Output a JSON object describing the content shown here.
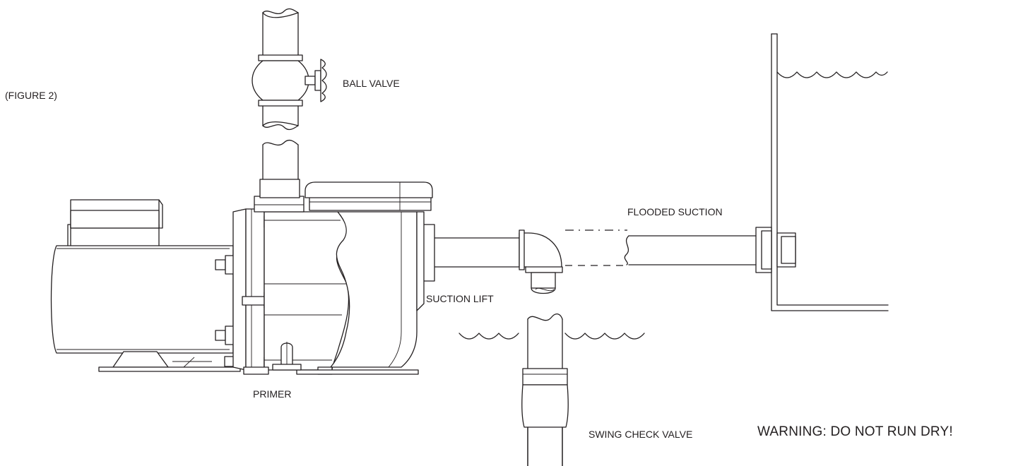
{
  "labels": {
    "figure": "(FIGURE 2)",
    "ball_valve": "BALL VALVE",
    "flooded_suction": "FLOODED SUCTION",
    "suction_lift": "SUCTION LIFT",
    "primer": "PRIMER",
    "swing_check_valve": "SWING CHECK VALVE",
    "warning": "WARNING: DO NOT RUN DRY!"
  },
  "colors": {
    "line": "#231f20",
    "background": "#ffffff"
  }
}
